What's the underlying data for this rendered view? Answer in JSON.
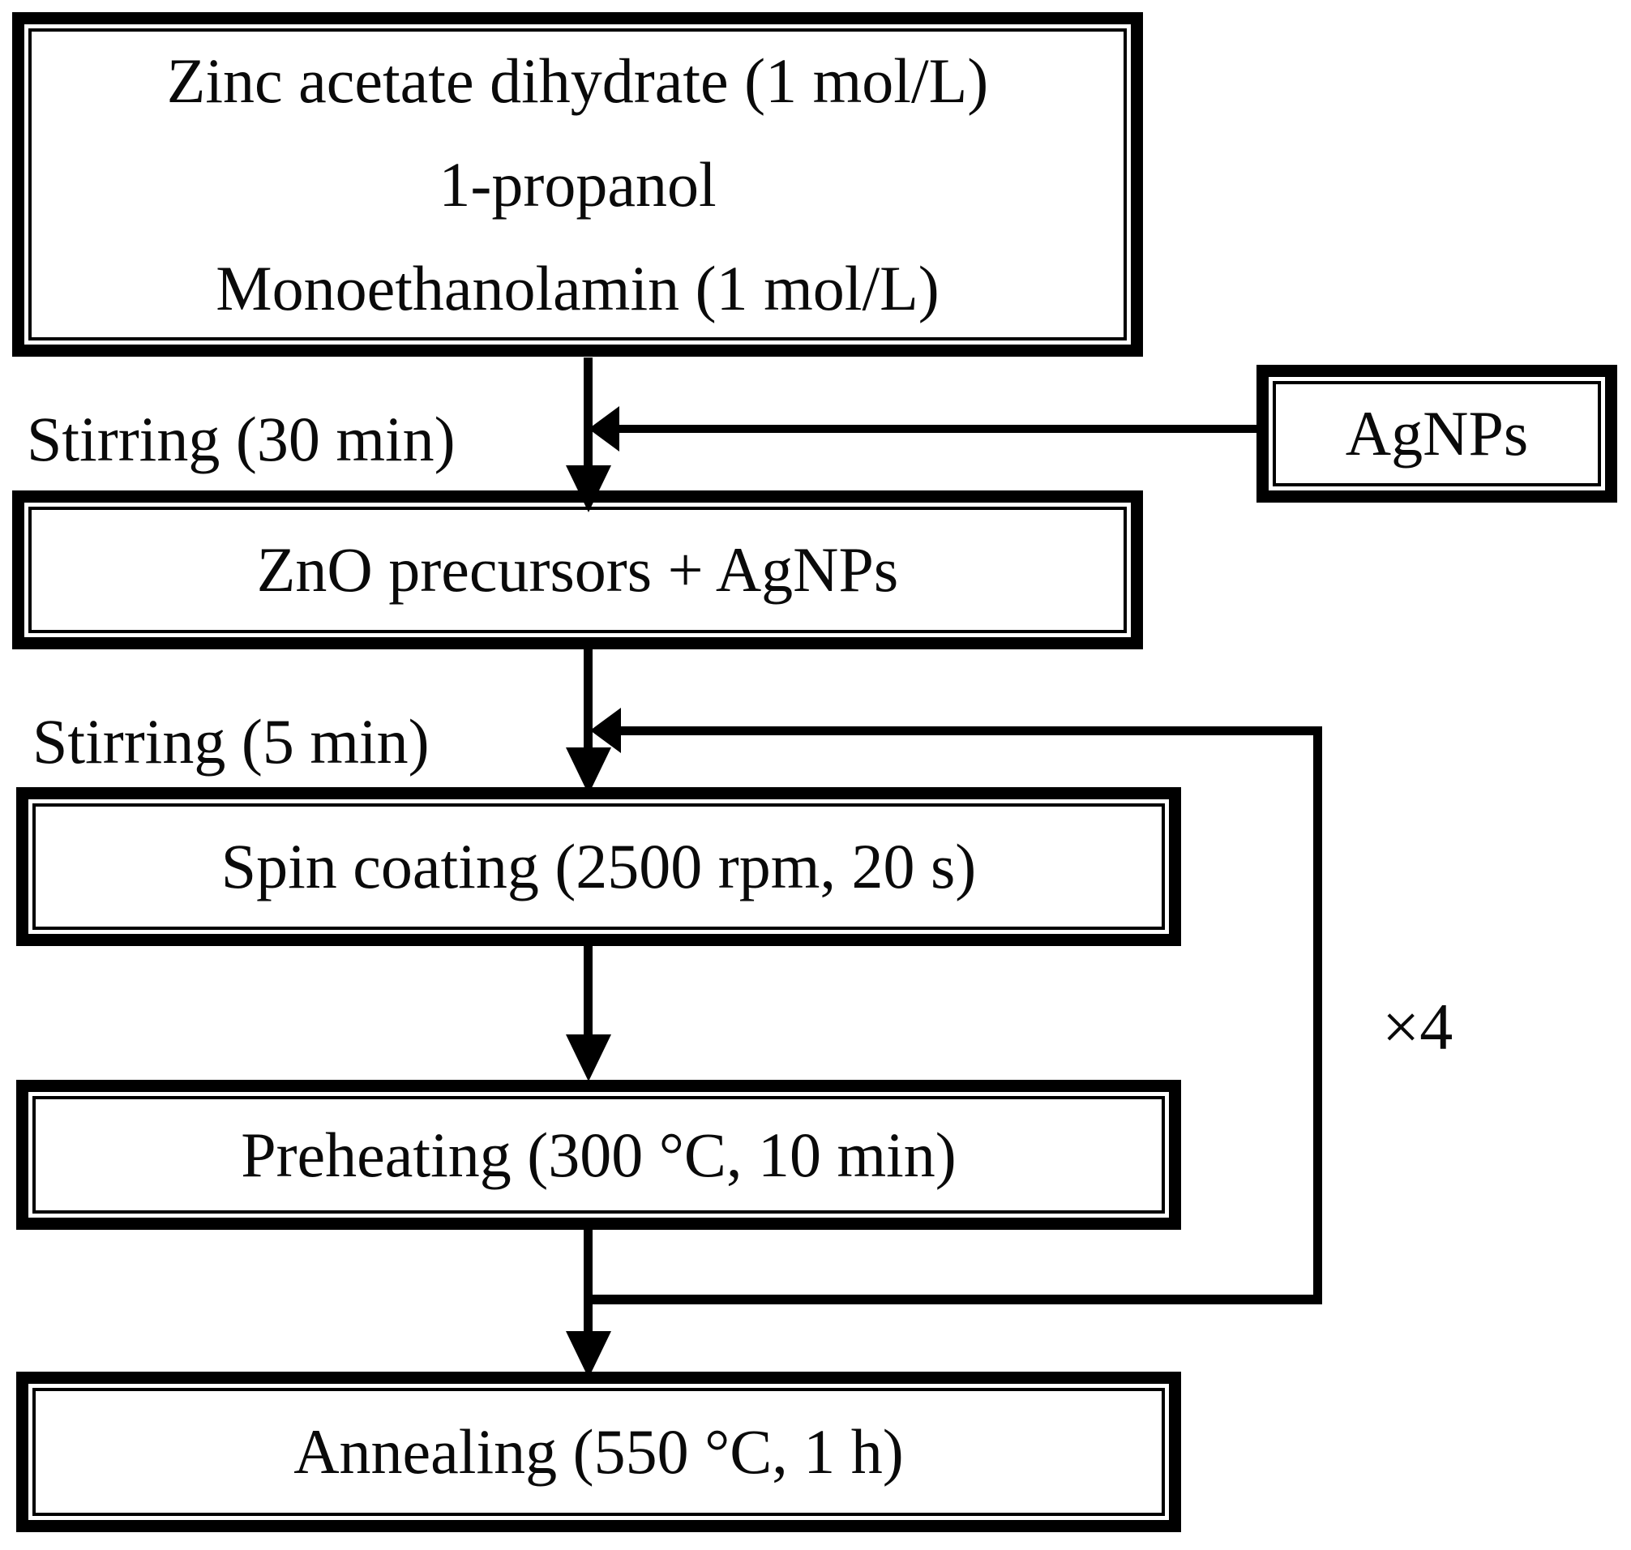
{
  "figure": {
    "type": "flowchart",
    "background_color": "#ffffff",
    "line_color": "#000000",
    "box_fill_color": "#ffffff",
    "boxes": {
      "materials": {
        "line1": "Zinc acetate dihydrate (1 mol/L)",
        "line2": "1-propanol",
        "line3": "Monoethanolamin (1 mol/L)"
      },
      "agnps": {
        "label": "AgNPs"
      },
      "zno": {
        "label": "ZnO precursors + AgNPs"
      },
      "spin": {
        "label": "Spin coating (2500 rpm, 20 s)"
      },
      "preheat": {
        "label": "Preheating (300 °C, 10 min)"
      },
      "anneal": {
        "label": "Annealing (550 °C, 1 h)"
      }
    },
    "edge_labels": {
      "stirring30": "Stirring (30 min)",
      "stirring5": "Stirring (5 min)",
      "loop_count": "×4"
    }
  }
}
